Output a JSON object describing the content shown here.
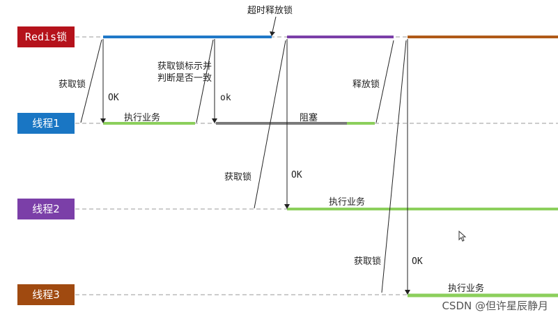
{
  "colors": {
    "redis": "#b5121b",
    "thread1": "#1976c4",
    "thread2": "#7b3fa8",
    "thread3": "#a04a10",
    "work": "#8ccf5c",
    "blocked": "#7a7a7a",
    "lock_blue": "#1f78c8",
    "lock_purple": "#7b3fa8",
    "lock_brown": "#b05a18"
  },
  "lanes": {
    "redis": "Redis锁",
    "thread1": "线程1",
    "thread2": "线程2",
    "thread3": "线程3"
  },
  "labels": {
    "timeout_release": "超时释放锁",
    "acquire_lock": "获取锁",
    "ok": "OK",
    "ok_lower": "ok",
    "check_lock": "获取锁标示并判断是否一致",
    "execute_business": "执行业务",
    "blocked": "阻塞",
    "release_lock": "释放锁"
  },
  "watermark": "CSDN @但许星辰静月"
}
